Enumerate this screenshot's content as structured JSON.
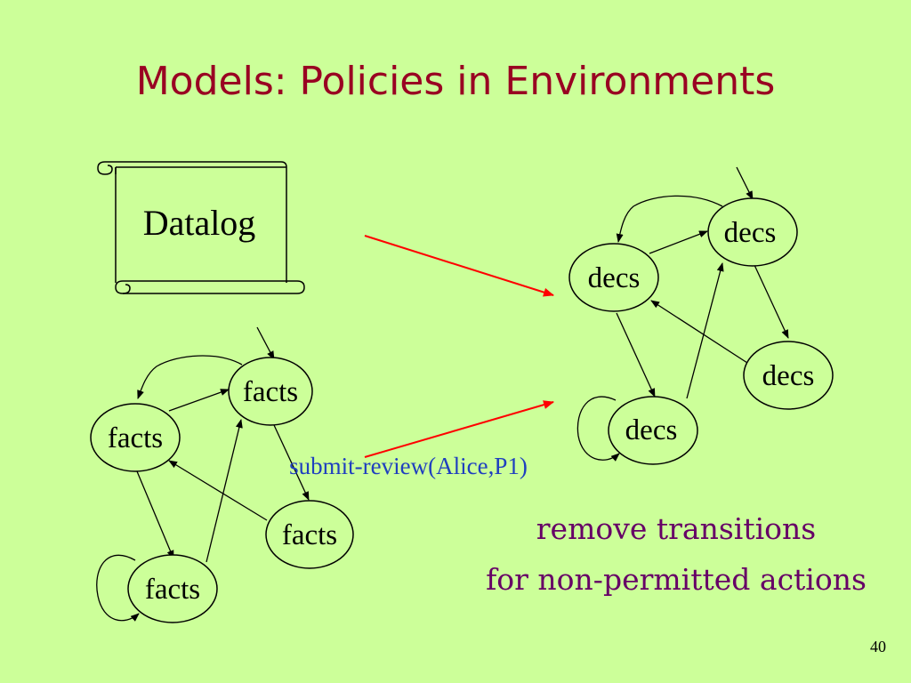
{
  "slide": {
    "title": "Models: Policies in Environments",
    "page_number": "40",
    "colors": {
      "background": "#ccff99",
      "title": "#990022",
      "caption": "#660066",
      "action": "#1f3fbf",
      "highlight_arrow": "#ff0000"
    }
  },
  "scroll": {
    "label": "Datalog"
  },
  "left_graph": {
    "nodes": [
      "facts",
      "facts",
      "facts",
      "facts"
    ]
  },
  "right_graph": {
    "nodes": [
      "decs",
      "decs",
      "decs",
      "decs"
    ]
  },
  "action_label": "submit-review(Alice,P1)",
  "caption": {
    "line1": "remove transitions",
    "line2": "for non-permitted actions"
  }
}
